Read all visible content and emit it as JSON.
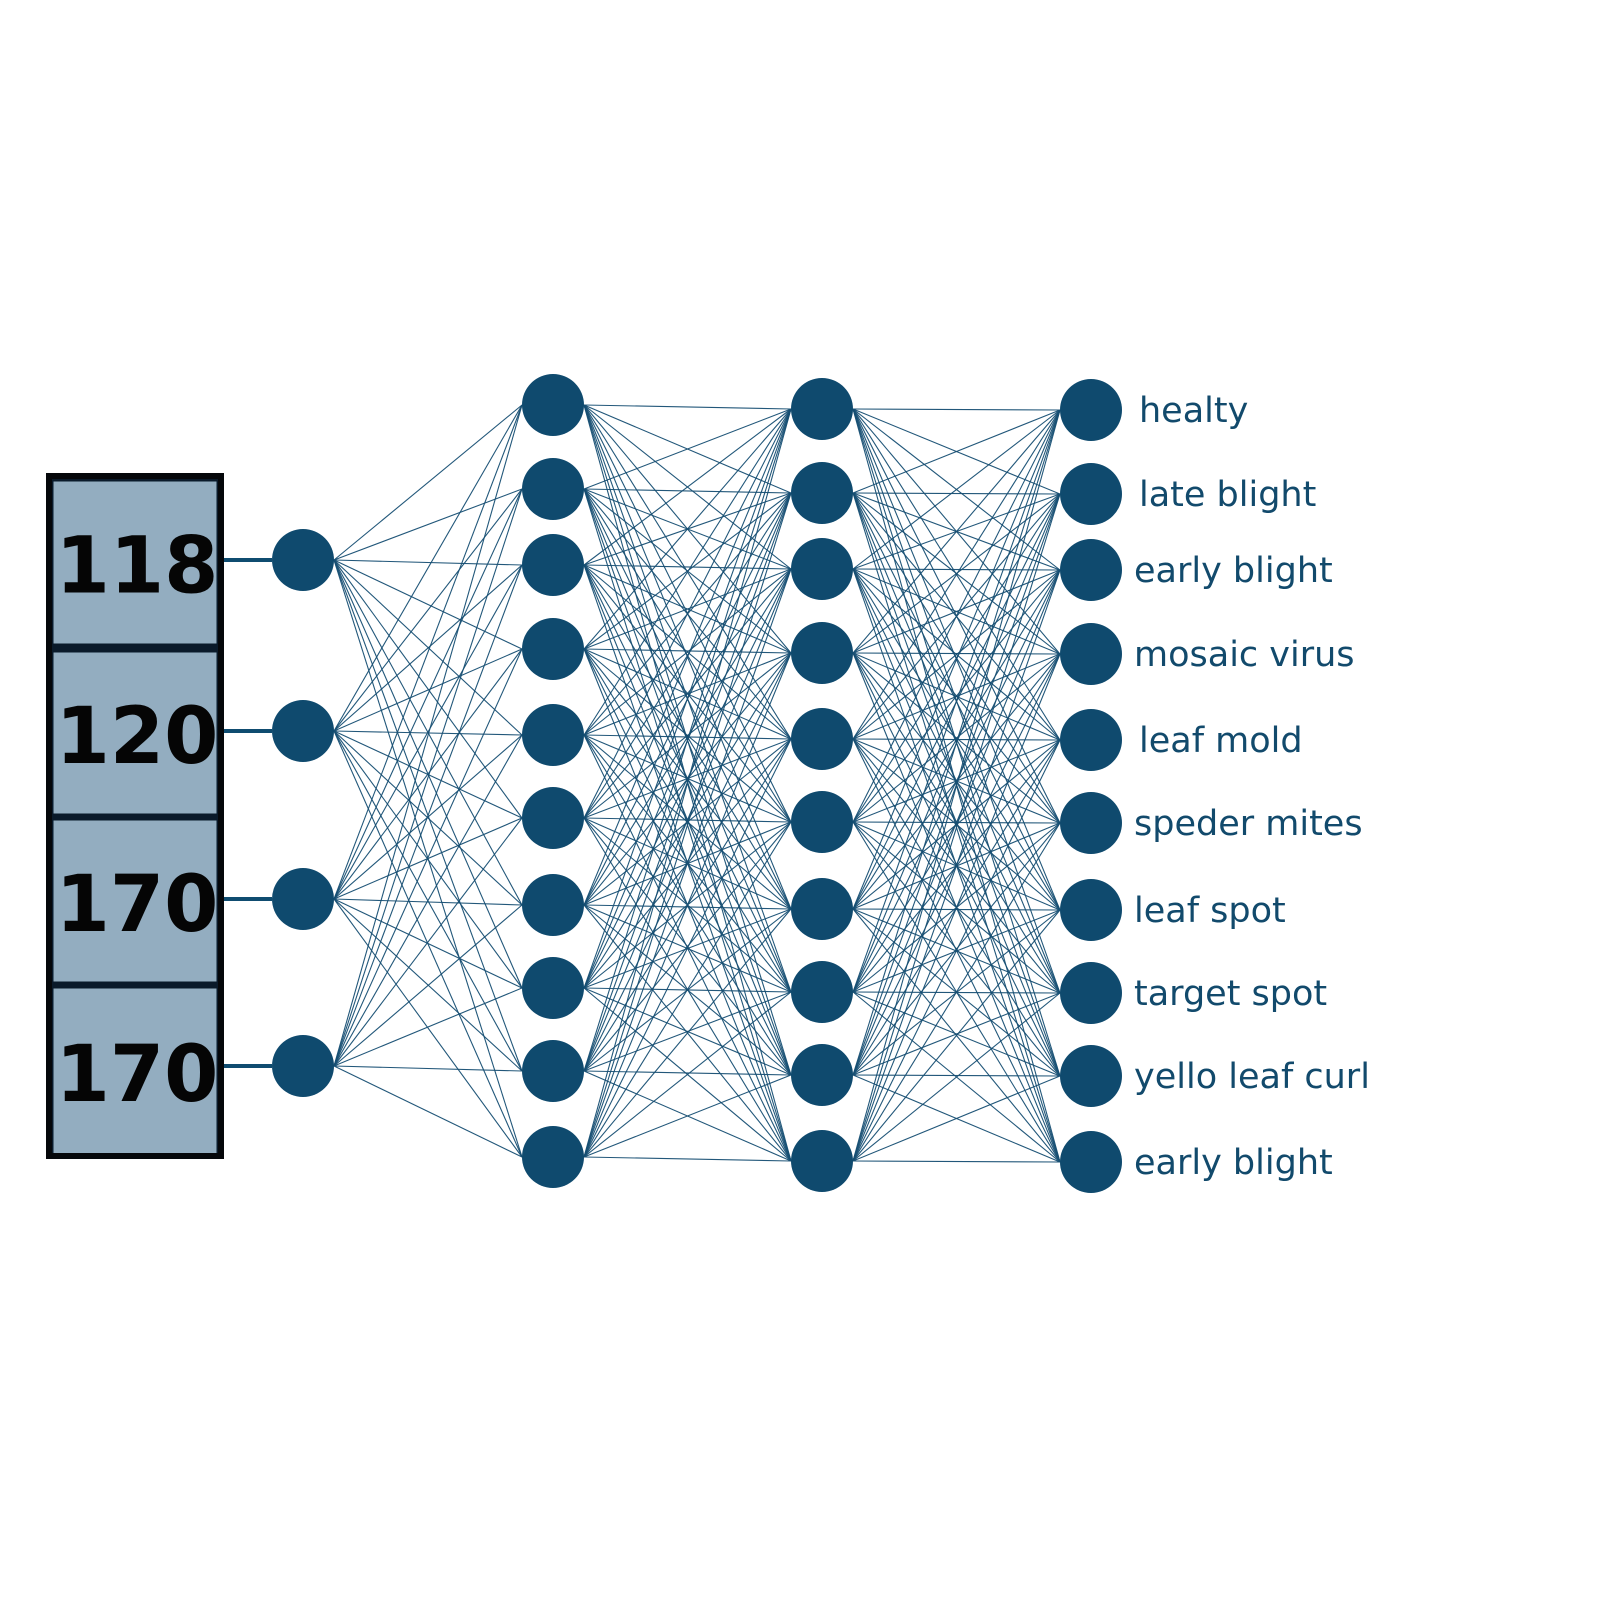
{
  "input_values": [
    "118",
    "120",
    "170",
    "170"
  ],
  "layer_sizes": [
    4,
    10,
    10,
    10
  ],
  "output_labels": [
    "healty",
    "late blight",
    "early blight",
    "mosaic virus",
    "leaf mold",
    "speder mites",
    "leaf spot",
    "target spot",
    "yello leaf curl",
    "early blight"
  ],
  "colors": {
    "node": "#0f4a6e",
    "edge": "#174f73",
    "input_cell": "#93adc0",
    "label_text": "#124a6c"
  }
}
